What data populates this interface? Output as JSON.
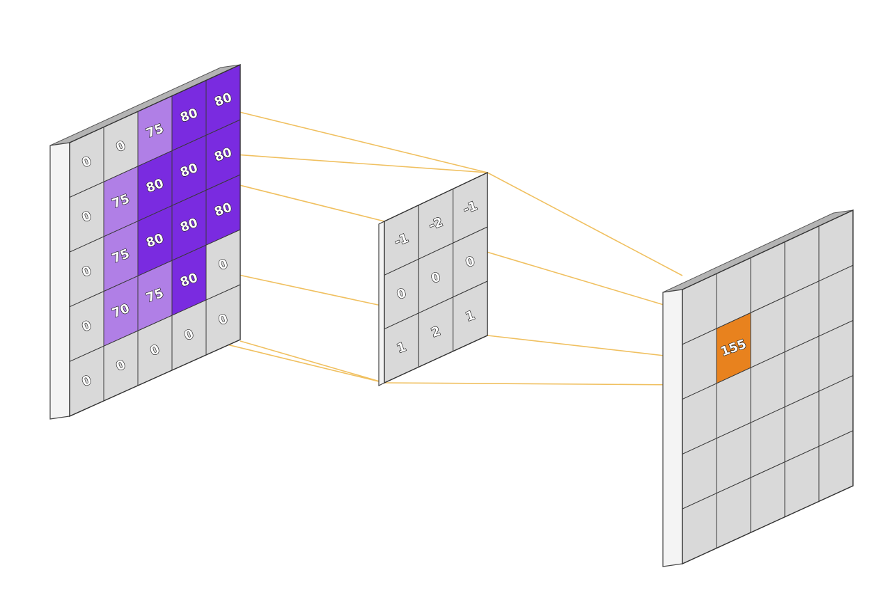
{
  "input_grid": {
    "rows": 5,
    "cols": 5,
    "values": [
      [
        "0",
        "0",
        "75",
        "80",
        "80"
      ],
      [
        "0",
        "75",
        "80",
        "80",
        "80"
      ],
      [
        "0",
        "75",
        "80",
        "80",
        "80"
      ],
      [
        "0",
        "70",
        "75",
        "80",
        "0"
      ],
      [
        "0",
        "0",
        "0",
        "0",
        "0"
      ]
    ],
    "shades": [
      [
        "gray",
        "gray",
        "light",
        "dark",
        "dark"
      ],
      [
        "gray",
        "light",
        "dark",
        "dark",
        "dark"
      ],
      [
        "gray",
        "light",
        "dark",
        "dark",
        "dark"
      ],
      [
        "gray",
        "light",
        "light",
        "dark",
        "gray"
      ],
      [
        "gray",
        "gray",
        "gray",
        "gray",
        "gray"
      ]
    ]
  },
  "kernel": {
    "rows": 3,
    "cols": 3,
    "values": [
      [
        "-1",
        "-2",
        "-1"
      ],
      [
        "0",
        "0",
        "0"
      ],
      [
        "1",
        "2",
        "1"
      ]
    ]
  },
  "output_grid": {
    "rows": 5,
    "cols": 5,
    "highlight": {
      "row": 1,
      "col": 1,
      "value": "155"
    }
  },
  "colors": {
    "cell_gray": "#d9d9d9",
    "purple_light": "#b07fe6",
    "purple_dark": "#7a2be0",
    "highlight_orange": "#e8821e",
    "connector_line": "#f0c060",
    "top_edge": "#b4b4b4",
    "side_edge": "#f4f4f4",
    "grid_line": "#3a3a3a"
  }
}
